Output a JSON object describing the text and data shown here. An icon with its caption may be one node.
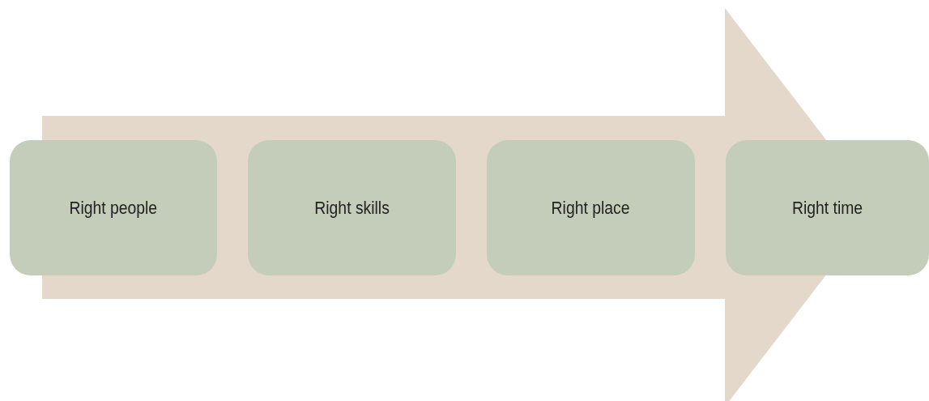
{
  "diagram": {
    "nodes": [
      {
        "text": [
          "Right people"
        ]
      },
      {
        "text": [
          "Right skills"
        ]
      },
      {
        "text": [
          "Right place"
        ]
      },
      {
        "text": [
          "Right time"
        ]
      }
    ],
    "edges": [
      {
        "from": 0,
        "to": 3,
        "arrow": "to"
      }
    ]
  }
}
